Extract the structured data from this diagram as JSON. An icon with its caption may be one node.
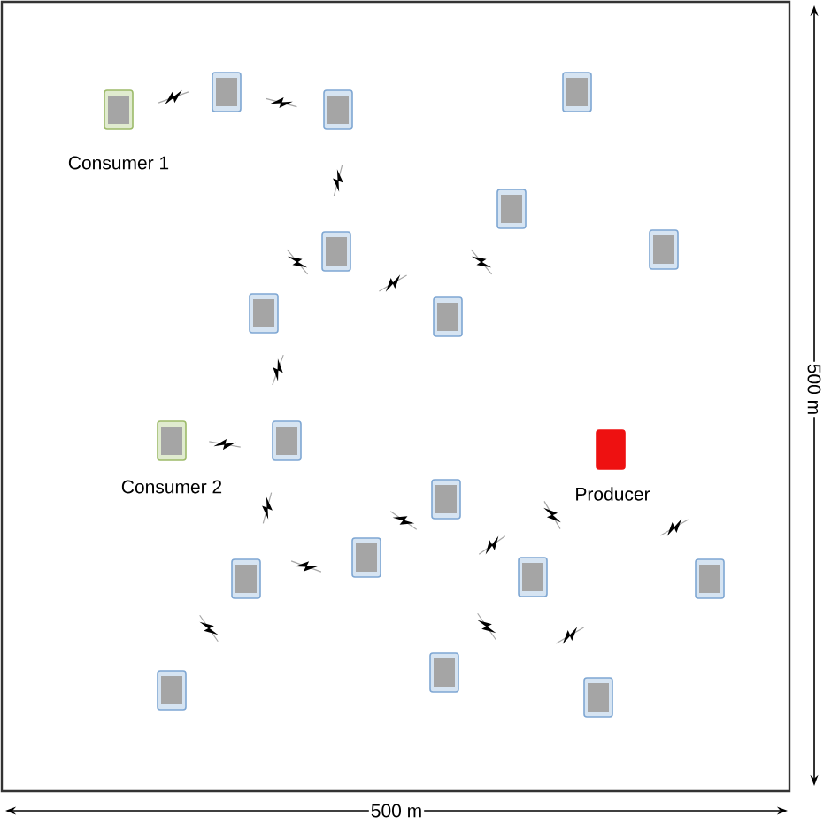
{
  "diagram": {
    "nodes": [
      {
        "text": [
          "Consumer 1"
        ]
      },
      {
        "text": [],
        "shape": "phone"
      },
      {
        "text": [],
        "shape": "phone"
      },
      {
        "text": [],
        "shape": "phone"
      },
      {
        "text": [],
        "shape": "phone"
      },
      {
        "text": [],
        "shape": "phone"
      },
      {
        "text": [],
        "shape": "phone"
      },
      {
        "text": [],
        "shape": "phone"
      },
      {
        "text": [],
        "shape": "phone"
      },
      {
        "text": [
          "Consumer 2"
        ]
      },
      {
        "text": [],
        "shape": "phone"
      },
      {
        "text": [
          "Producer"
        ]
      },
      {
        "text": [],
        "shape": "phone"
      },
      {
        "text": [],
        "shape": "phone"
      },
      {
        "text": [],
        "shape": "phone"
      },
      {
        "text": [],
        "shape": "phone"
      },
      {
        "text": [],
        "shape": "phone"
      },
      {
        "text": [],
        "shape": "phone"
      },
      {
        "text": [],
        "shape": "phone"
      },
      {
        "text": [],
        "shape": "phone"
      }
    ],
    "labels": [
      "500 m",
      "500 m"
    ]
  }
}
